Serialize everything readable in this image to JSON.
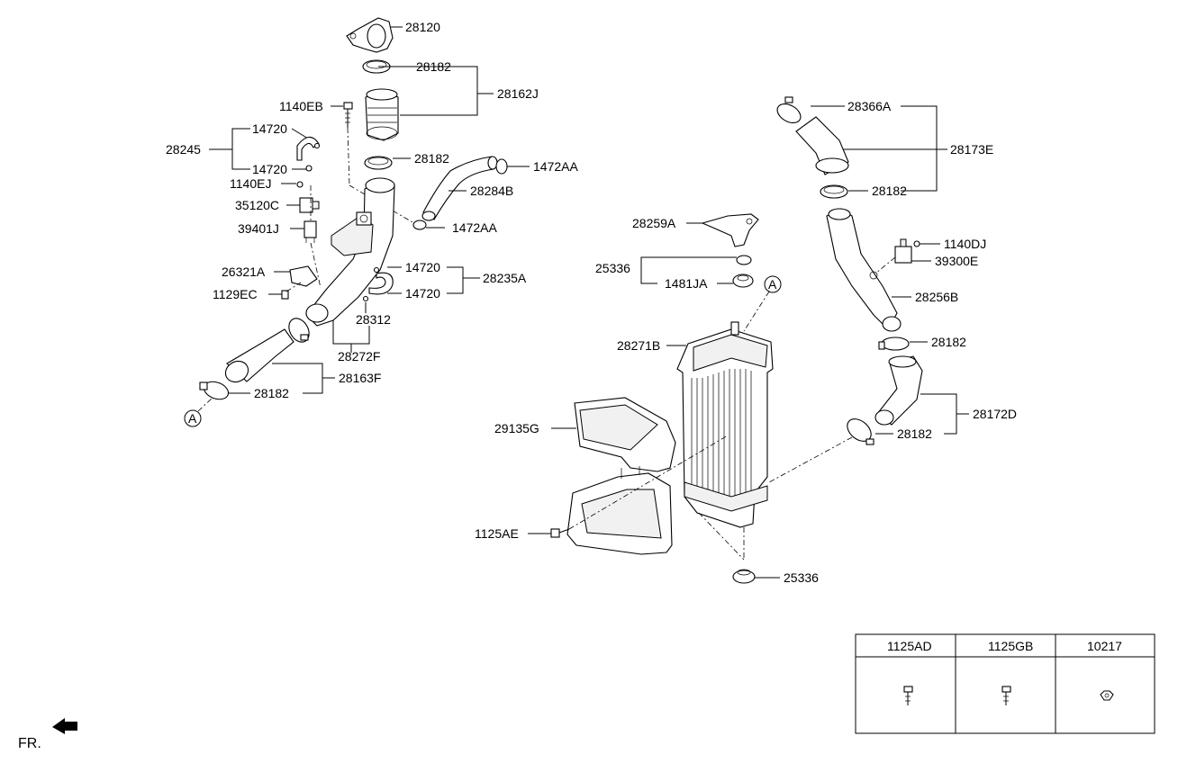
{
  "labels": {
    "p28120": "28120",
    "p28182_a": "28182",
    "p28162J": "28162J",
    "p1140EB": "1140EB",
    "p14720_a": "14720",
    "p28245": "28245",
    "p14720_b": "14720",
    "p28182_b": "28182",
    "p1472AA_a": "1472AA",
    "p1140EJ": "1140EJ",
    "p28284B": "28284B",
    "p35120C": "35120C",
    "p1472AA_b": "1472AA",
    "p39401J": "39401J",
    "p14720_c": "14720",
    "p28235A": "28235A",
    "p26321A": "26321A",
    "p14720_d": "14720",
    "p1129EC": "1129EC",
    "p28312": "28312",
    "p28272F": "28272F",
    "p28163F": "28163F",
    "p28182_c": "28182",
    "p28366A": "28366A",
    "p28173E": "28173E",
    "p28182_d": "28182",
    "p28259A": "28259A",
    "p1140DJ": "1140DJ",
    "p39300E": "39300E",
    "p25336_a": "25336",
    "p1481JA": "1481JA",
    "p28256B": "28256B",
    "p28271B": "28271B",
    "p28182_e": "28182",
    "p28172D": "28172D",
    "p29135G": "29135G",
    "p28182_f": "28182",
    "p1125AE": "1125AE",
    "p25336_b": "25336",
    "refA_1": "A",
    "refA_2": "A"
  },
  "legend_table": {
    "headers": [
      "1125AD",
      "1125GB",
      "10217"
    ],
    "icons": [
      "bolt-icon",
      "bolt-icon",
      "nut-icon"
    ]
  },
  "front_marker": "FR."
}
